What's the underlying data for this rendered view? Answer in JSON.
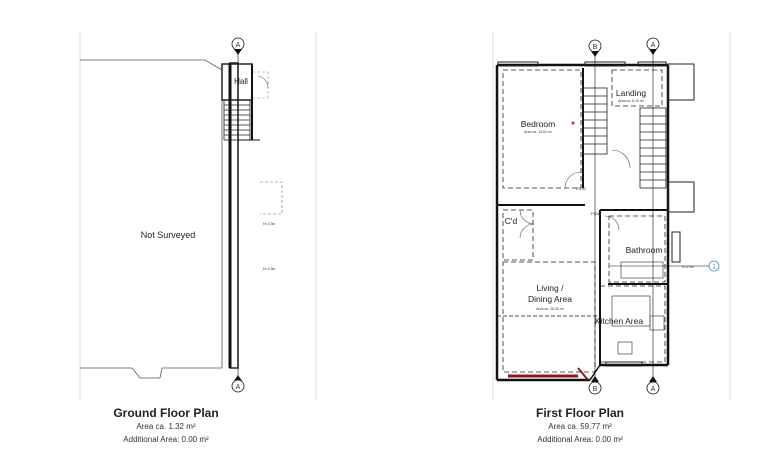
{
  "ground_floor": {
    "title": "Ground Floor Plan",
    "area": "Area ca. 1.32 m²",
    "additional_area": "Additional Area: 0.00 m²",
    "rooms": {
      "hall": "Hall",
      "not_surveyed": "Not Surveyed"
    },
    "small_labels": {
      "label_a": "H=2.3m",
      "label_b": "H=2.3m"
    }
  },
  "first_floor": {
    "title": "First Floor Plan",
    "area": "Area ca. 59.77 m²",
    "additional_area": "Additional Area: 0.00 m²",
    "rooms": {
      "bedroom": "Bedroom",
      "bedroom_area": "Area ca. 13.62 m²",
      "landing": "Landing",
      "landing_area": "Area ca. 6.10 m²",
      "cpd": "C'd",
      "bathroom": "Bathroom",
      "living": "Living /",
      "dining": "Dining Area",
      "living_area": "Area ca. 26.30 m²",
      "kitchen": "Kitchen Area"
    },
    "small_labels": {
      "fd_a": "FD30",
      "fd_b": "FD30",
      "h_a": "H=2.3m"
    }
  },
  "section_markers": [
    "A",
    "A",
    "B",
    "A",
    "B",
    "A",
    "1"
  ]
}
